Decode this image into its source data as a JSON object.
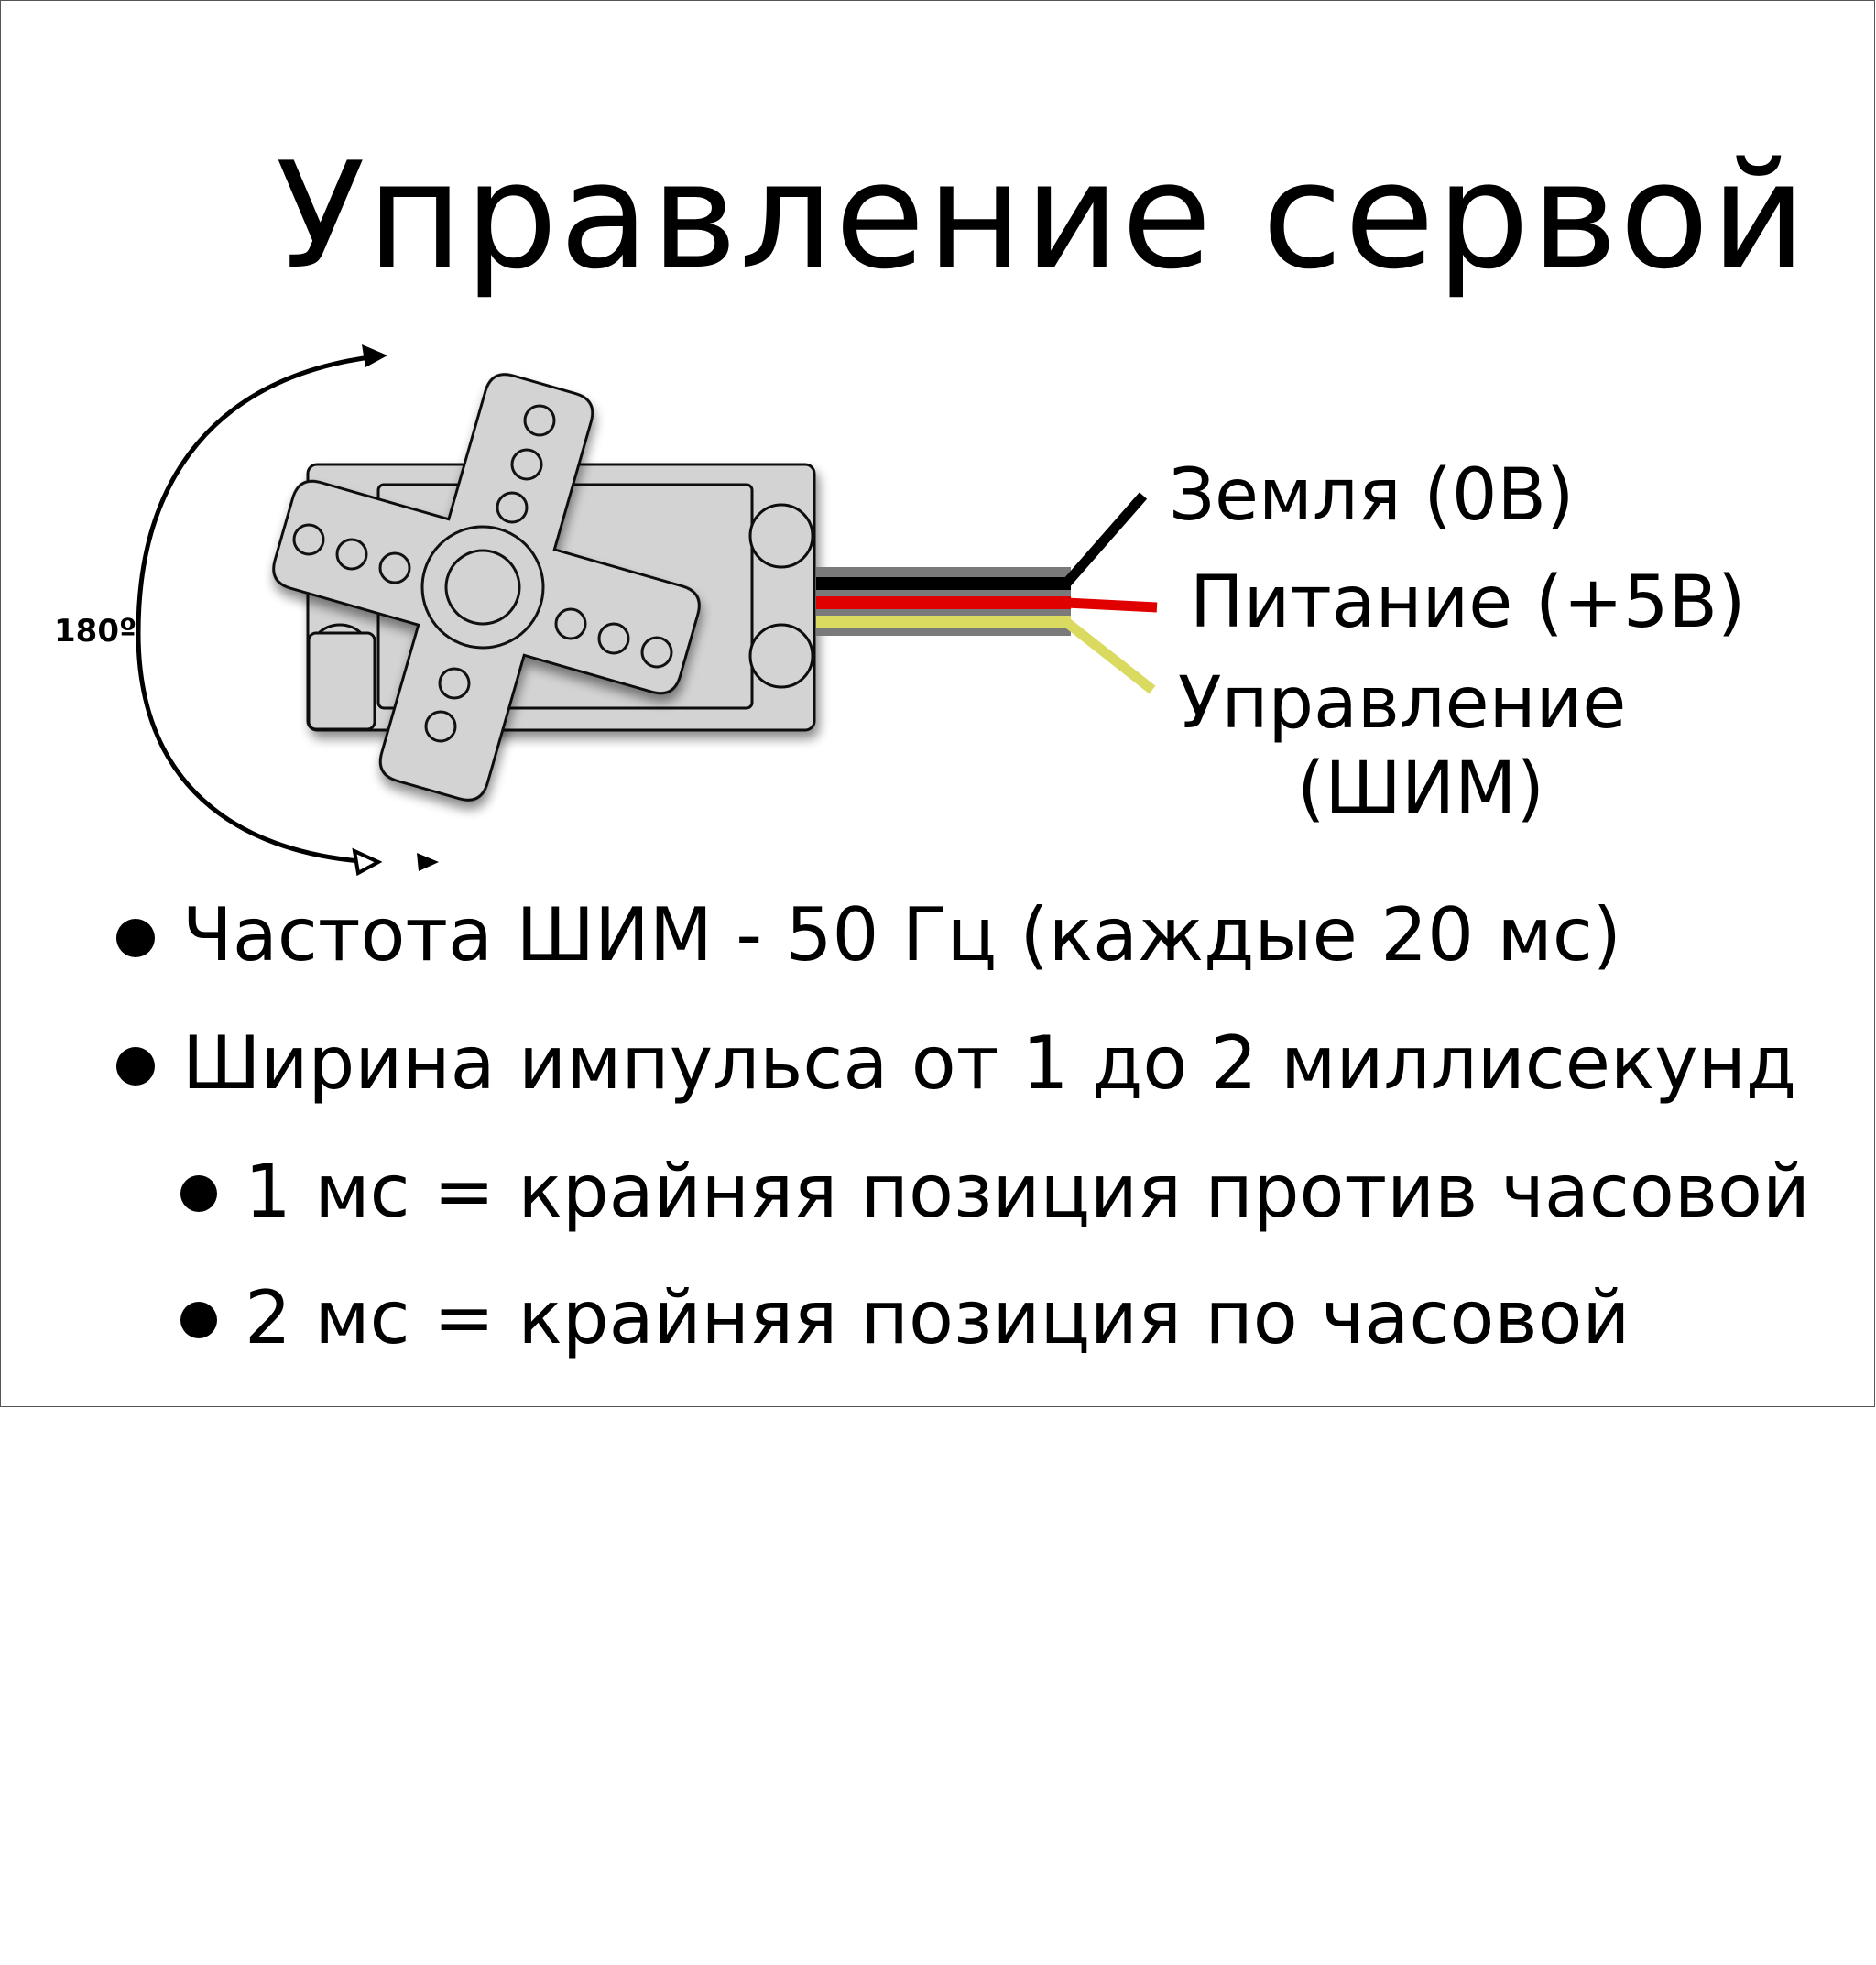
{
  "title": "Управление сервой",
  "diagram": {
    "angle_label": "180º",
    "wires": [
      {
        "label": "Земля (0В)",
        "color": "#000000"
      },
      {
        "label": "Питание (+5В)",
        "color": "#e00000"
      },
      {
        "label_line1": "Управление",
        "label_line2": "(ШИМ)",
        "color": "#dada60"
      }
    ],
    "body_color": "#d3d3d3",
    "outline_color": "#111111"
  },
  "bullets": [
    {
      "level": 1,
      "text": "Частота ШИМ - 50 Гц (каждые 20 мс)"
    },
    {
      "level": 1,
      "text": "Ширина импульса от 1 до 2 миллисекунд"
    },
    {
      "level": 2,
      "text": "1 мс = крайняя позиция против часовой"
    },
    {
      "level": 2,
      "text": "2 мс = крайняя позиция по часовой"
    }
  ]
}
